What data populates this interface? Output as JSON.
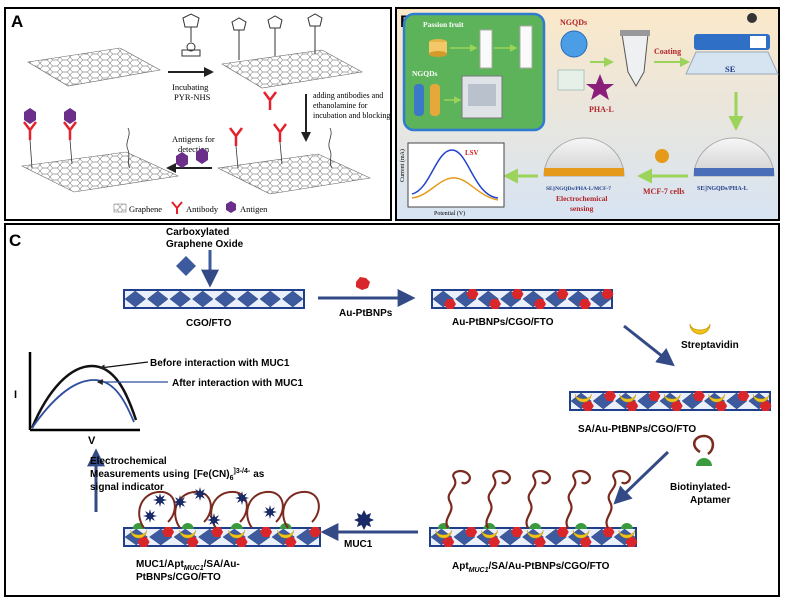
{
  "panel_a": {
    "letter": "A",
    "step1": [
      "Incubating",
      "PYR-NHS"
    ],
    "step2": [
      "adding antibodies and",
      "ethanolamine for",
      "incubation and blocking"
    ],
    "step3": [
      "Antigens for",
      "detection"
    ],
    "legend": {
      "graphene": "Graphene",
      "antibody": "Antibody",
      "antigen": "Antigen"
    }
  },
  "panel_b": {
    "letter": "B",
    "passion_fruit": "Passion fruit",
    "ngqds_small": "NGQDs",
    "ngqds": "NGQDs",
    "phal": "PHA-L",
    "coating": "Coating",
    "se": "SE",
    "se_bowl": "SE||NGQDs/PHA-L",
    "mcf_bowl": "SE||NGQDs/PHA-L/MCF-7",
    "mcf7": "MCF-7 cells",
    "sensing": [
      "Electrochemical",
      "sensing"
    ],
    "lsv": "LSV",
    "ylabel": "Current (mA)",
    "xlabel": "Potential (V)"
  },
  "panel_c": {
    "letter": "C",
    "cgo_title": [
      "Carboxylated",
      "Graphene Oxide"
    ],
    "cgo_fto": "CGO/FTO",
    "au_ptbnps": "Au-PtBNPs",
    "au_cgo": "Au-PtBNPs/CGO/FTO",
    "streptavidin": "Streptavidin",
    "sa_au": "SA/Au-PtBNPs/CGO/FTO",
    "biotin_aptamer": [
      "Biotinylated-",
      "Aptamer"
    ],
    "apt_main": "Apt",
    "apt_sub": "MUC1",
    "apt_rest": "/SA/Au-PtBNPs/CGO/FTO",
    "muc1": "MUC1",
    "final_l1_a": "MUC1/Apt",
    "final_l1_sub": "MUC1",
    "final_l1_b": "/SA/Au-",
    "final_l2": "PtBNPs/CGO/FTO",
    "echem_l1": "Electrochemical",
    "echem_l2_a": "Measurements using",
    "echem_l2_formula": "[Fe(CN)",
    "echem_l2_sub": "6",
    "echem_l2_sup": "]3-/4-",
    "echem_l2_b": "as",
    "echem_l3": "signal indicator",
    "before": "Before interaction with  MUC1",
    "after": "After interaction with MUC1",
    "axis_i": "I",
    "axis_v": "V"
  },
  "colors": {
    "fto_fill": "#4f6aa8",
    "fto_stroke": "#1f3f8a",
    "diamond": "#3d5a9e",
    "arrow": "#334a86",
    "red_np": "#d9262b",
    "yellow": "#f2c518",
    "green": "#3a9a3e",
    "aptamer": "#7a2a1e",
    "purple": "#6b2f8a",
    "antibody": "#e3222b",
    "lightgreen": "#9cd35a"
  }
}
